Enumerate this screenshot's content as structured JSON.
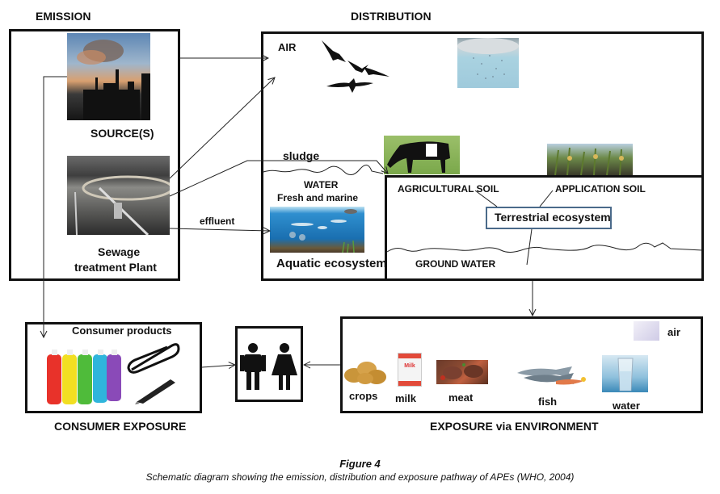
{
  "sections": {
    "emission": "EMISSION",
    "distribution": "DISTRIBUTION",
    "consumer_exposure": "CONSUMER EXPOSURE",
    "environment_exposure": "EXPOSURE via ENVIRONMENT"
  },
  "emission": {
    "source_label": "SOURCE(S)",
    "sewage_label_line1": "Sewage",
    "sewage_label_line2": "treatment Plant",
    "effluent_label": "effluent",
    "sludge_label": "sludge"
  },
  "distribution": {
    "air_label": "AIR",
    "water_label": "WATER",
    "water_sub_label": "Fresh and marine",
    "aquatic_label": "Aquatic ecosystem",
    "agri_soil_label": "AGRICULTURAL SOIL",
    "app_soil_label": "APPLICATION SOIL",
    "terrestrial_label": "Terrestrial ecosystem",
    "ground_water_label": "GROUND WATER"
  },
  "consumer": {
    "products_label": "Consumer products"
  },
  "environment": {
    "items": [
      {
        "label": "crops"
      },
      {
        "label": "milk"
      },
      {
        "label": "meat"
      },
      {
        "label": "fish"
      },
      {
        "label": "water"
      },
      {
        "label": "air"
      }
    ],
    "milk_carton_text": "Milk"
  },
  "caption": {
    "title": "Figure 4",
    "text": "Schematic diagram showing the emission, distribution and exposure pathway of APEs (WHO, 2004)"
  }
}
